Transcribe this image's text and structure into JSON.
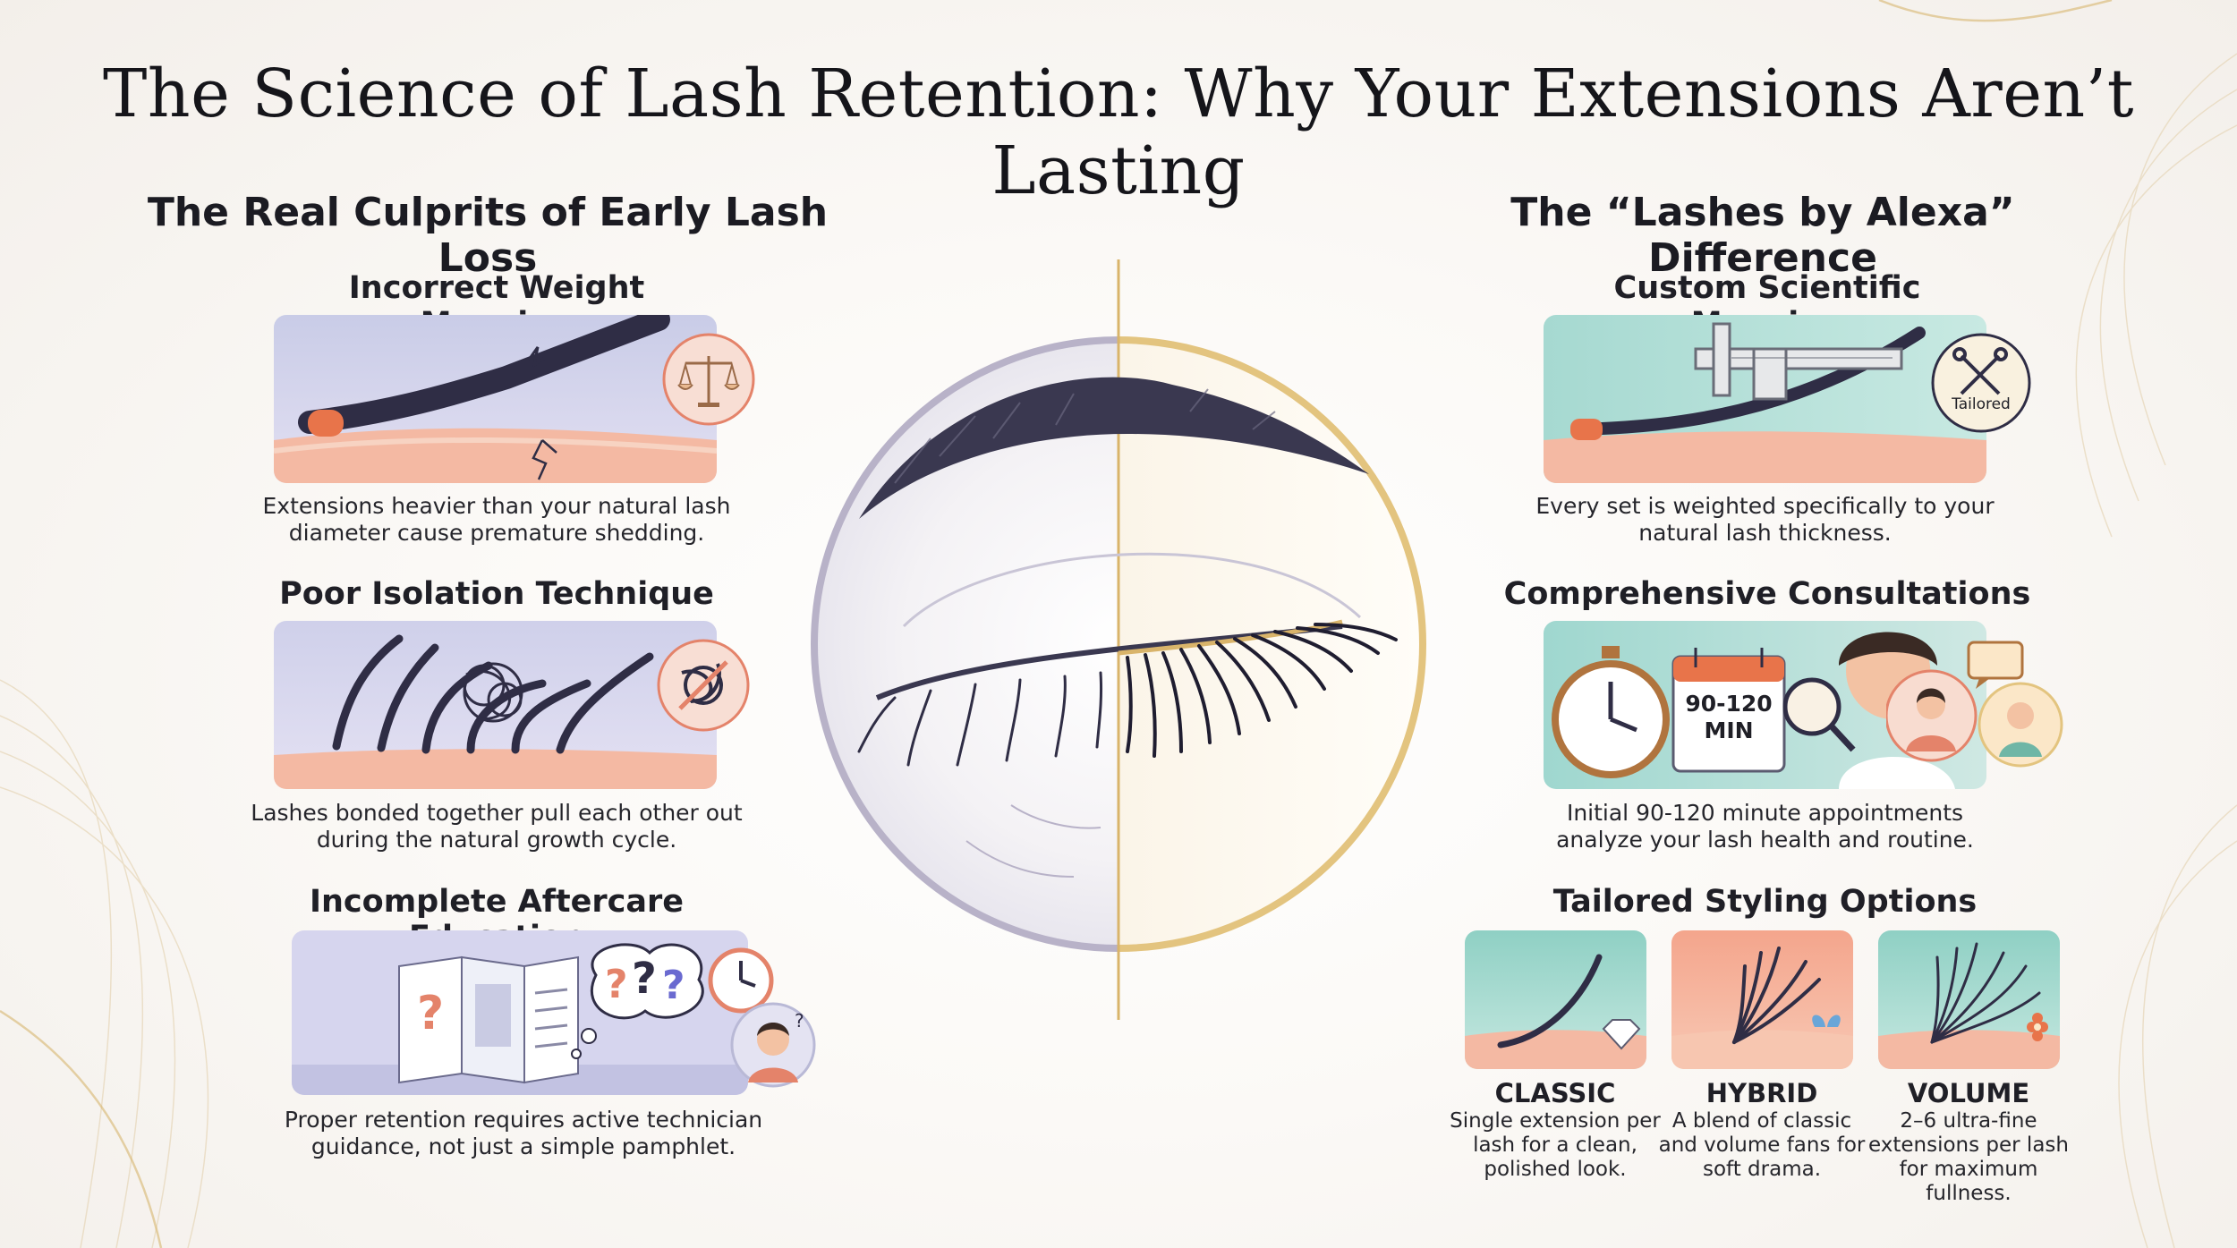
{
  "title": "The Science of Lash Retention: Why Your Extensions Aren’t Lasting",
  "left": {
    "heading": "The Real Culprits of Early Lash Loss",
    "cards": [
      {
        "title": "Incorrect Weight Mapping",
        "caption": "Extensions heavier than your natural lash diameter cause premature shedding.",
        "icon": "balance-scale-icon"
      },
      {
        "title": "Poor Isolation Technique",
        "caption": "Lashes bonded together pull each other out during the natural growth cycle.",
        "icon": "tangled-knot-icon"
      },
      {
        "title": "Incomplete Aftercare Education",
        "caption": "Proper retention requires active technician guidance, not just a simple pamphlet.",
        "icon": "confused-person-icon"
      }
    ]
  },
  "right": {
    "heading": "The “Lashes by Alexa” Difference",
    "cards": [
      {
        "title": "Custom Scientific Mapping",
        "caption": "Every set is weighted specifically to your natural lash thickness.",
        "badge": "Tailored",
        "icon": "caliper-icon"
      },
      {
        "title": "Comprehensive Consultations",
        "caption": "Initial 90-120 minute appointments analyze your lash health and routine.",
        "calendar_text": "90-120 MIN",
        "icon": "calendar-icon"
      }
    ],
    "styling": {
      "heading": "Tailored Styling Options",
      "options": [
        {
          "name": "CLASSIC",
          "caption": "Single extension per lash for a clean, polished look.",
          "icon": "diamond-icon"
        },
        {
          "name": "HYBRID",
          "caption": "A blend of classic and volume fans for soft drama.",
          "icon": "butterfly-icon"
        },
        {
          "name": "VOLUME",
          "caption": "2–6 ultra-fine extensions per lash for maximum fullness.",
          "icon": "flower-icon"
        }
      ]
    }
  },
  "colors": {
    "skin": "#f6b9a4",
    "lash": "#2f2d45",
    "lilac_panel": "#dcdaf0",
    "teal_panel": "#9fd7cf",
    "gold": "#d9b46a"
  }
}
